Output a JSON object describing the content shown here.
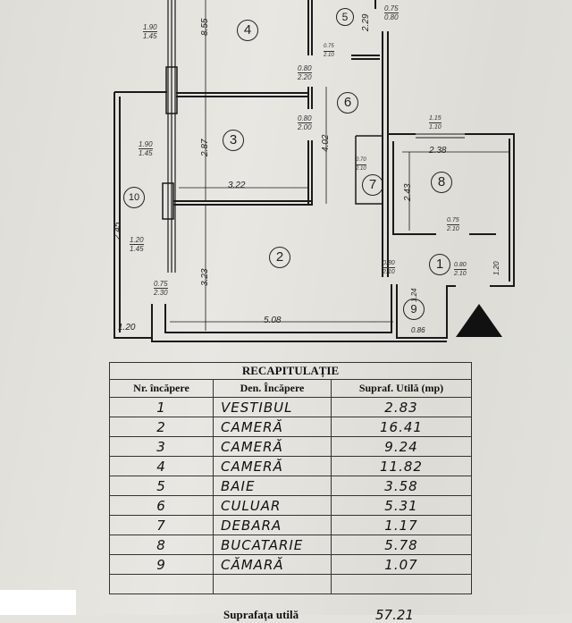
{
  "plan": {
    "rooms": [
      "1",
      "2",
      "3",
      "4",
      "5",
      "6",
      "7",
      "8",
      "9",
      "10"
    ],
    "dims": {
      "r4_height": "8.55",
      "r5_height": "2.29",
      "r3_height": "2.87",
      "r3_width": "3.22",
      "r6_height": "4.02",
      "r2_height": "3.23",
      "r2_width": "5.08",
      "r8_width": "2.38",
      "r8_height": "2.43",
      "balcony_height": "2.45",
      "balcony_width": "1.20",
      "r9_width": "0.86",
      "r9_height": "1.24",
      "r1_side": "1.20"
    },
    "fractions": [
      {
        "top": "1.90",
        "bottom": "1.45"
      },
      {
        "top": "0.75",
        "bottom": "0.80"
      },
      {
        "top": "0.80",
        "bottom": "2.20"
      },
      {
        "top": "0.75",
        "bottom": "2.10"
      },
      {
        "top": "0.80",
        "bottom": "2.00"
      },
      {
        "top": "1.90",
        "bottom": "1.45"
      },
      {
        "top": "1.20",
        "bottom": "1.45"
      },
      {
        "top": "0.75",
        "bottom": "2.30"
      },
      {
        "top": "1.15",
        "bottom": "1.10"
      },
      {
        "top": "0.70",
        "bottom": "2.10"
      },
      {
        "top": "0.75",
        "bottom": "2.10"
      },
      {
        "top": "0.80",
        "bottom": "2.10"
      },
      {
        "top": "0.80",
        "bottom": "2.10"
      }
    ]
  },
  "recap": {
    "title": "RECAPITULAȚIE",
    "headers": [
      "Nr. încăpere",
      "Den. Încăpere",
      "Supraf. Utilă (mp)"
    ],
    "rows": [
      {
        "nr": "1",
        "name": "VESTIBUL",
        "area": "2.83"
      },
      {
        "nr": "2",
        "name": "CAMERĂ",
        "area": "16.41"
      },
      {
        "nr": "3",
        "name": "CAMERĂ",
        "area": "9.24"
      },
      {
        "nr": "4",
        "name": "CAMERĂ",
        "area": "11.82"
      },
      {
        "nr": "5",
        "name": "BAIE",
        "area": "3.58"
      },
      {
        "nr": "6",
        "name": "CULUAR",
        "area": "5.31"
      },
      {
        "nr": "7",
        "name": "DEBARA",
        "area": "1.17"
      },
      {
        "nr": "8",
        "name": "BUCATARIE",
        "area": "5.78"
      },
      {
        "nr": "9",
        "name": "CĂMARĂ",
        "area": "1.07"
      }
    ],
    "total_label": "Suprafața utilă",
    "total_value": "57.21"
  }
}
